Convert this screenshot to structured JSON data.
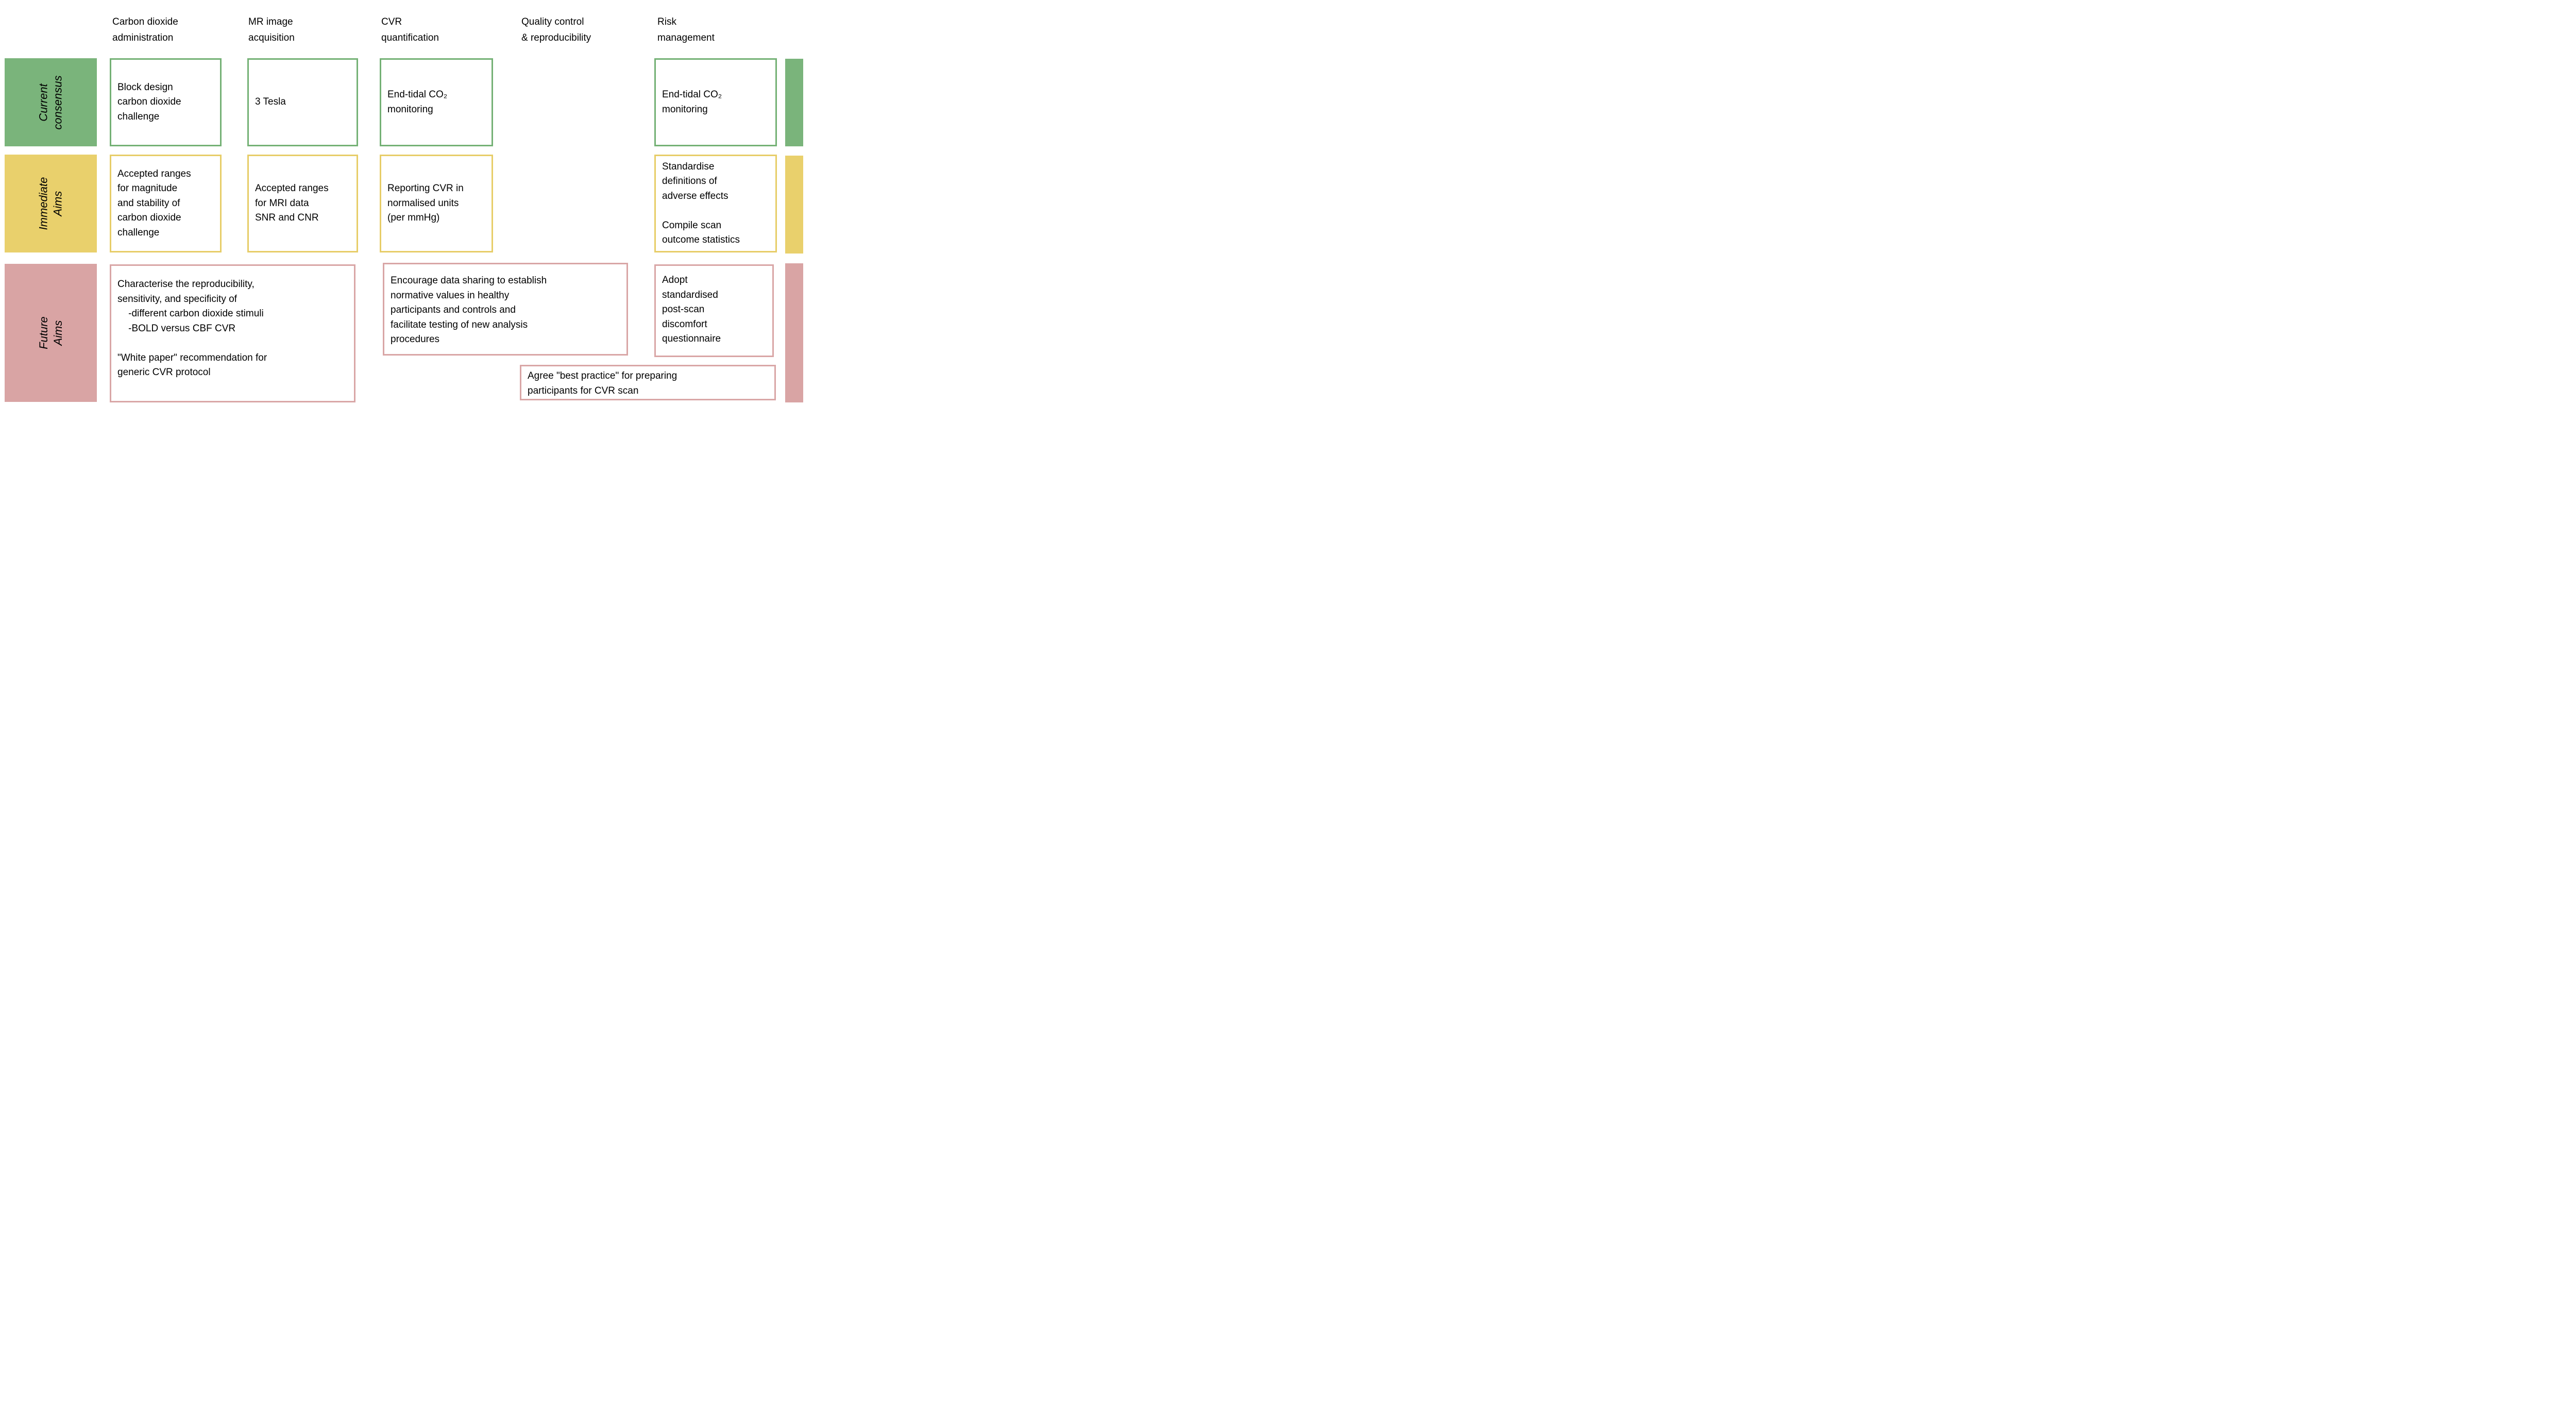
{
  "palette": {
    "green": "#7ab47b",
    "green_border": "#74b175",
    "yellow": "#e9d06c",
    "yellow_border": "#e7cd68",
    "pink": "#d9a4a4",
    "pink_border": "#d9a6a6",
    "text": "#000000",
    "background": "#ffffff"
  },
  "column_headers": {
    "co2_administration": "Carbon dioxide\nadministration",
    "mr_image_acquisition": "MR image\nacquisition",
    "cvr_quantification": "CVR\nquantification",
    "quality_control": "Quality control\n& reproducibility",
    "risk_management": "Risk\nmanagement"
  },
  "row_labels": {
    "current_consensus": "Current\nconsensus",
    "immediate_aims": "Immediate\nAims",
    "future_aims": "Future\nAims"
  },
  "current_consensus": {
    "co2_administration": "Block design\ncarbon dioxide\nchallenge",
    "mr_image_acquisition": "3 Tesla",
    "cvr_quantification": "End-tidal CO₂\nmonitoring",
    "risk_management": "End-tidal CO₂\nmonitoring"
  },
  "immediate_aims": {
    "co2_administration": "Accepted ranges\nfor magnitude\nand stability of\ncarbon dioxide\nchallenge",
    "mr_image_acquisition": "Accepted ranges\nfor MRI data\nSNR and CNR",
    "cvr_quantification": "Reporting CVR in\nnormalised units\n(per mmHg)",
    "risk_management": "Standardise\ndefinitions of\nadverse effects\n\nCompile scan\noutcome statistics"
  },
  "future_aims": {
    "characterise": "Characterise the reproducibility,\nsensitivity, and specificity of\n    -different carbon dioxide stimuli\n    -BOLD versus CBF CVR\n\n\"White paper\" recommendation for\ngeneric CVR protocol",
    "data_sharing": "Encourage data sharing to establish\nnormative values in healthy\nparticipants and controls and\nfacilitate testing of new analysis\nprocedures",
    "adopt_questionnaire": "Adopt\nstandardised\npost-scan\ndiscomfort\nquestionnaire",
    "agree_best_practice": "Agree \"best practice\" for preparing\nparticipants for CVR scan"
  }
}
